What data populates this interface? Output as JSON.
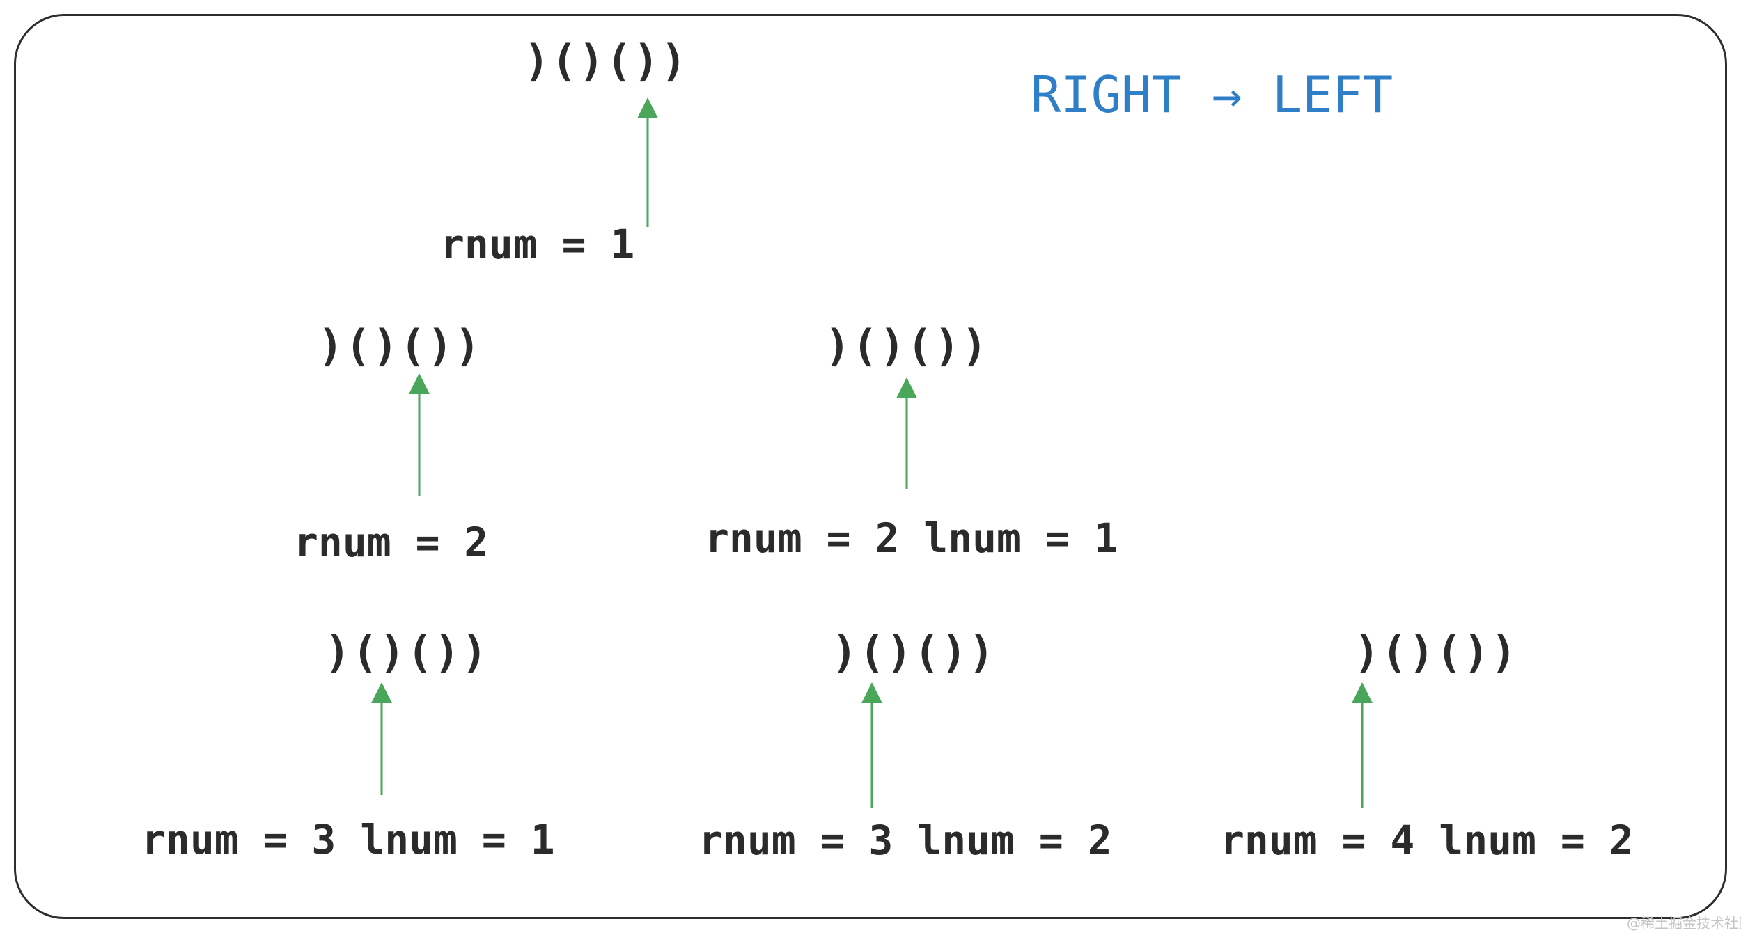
{
  "direction_label": "RIGHT → LEFT",
  "colors": {
    "text": "#2b2b2b",
    "direction": "#2f7fc8",
    "arrow": "#4aa65a",
    "frame": "#2e2e2e"
  },
  "steps": [
    {
      "string": ")()())",
      "label": "rnum = 1"
    },
    {
      "string": ")()())",
      "label": "rnum = 2"
    },
    {
      "string": ")()())",
      "label": "rnum = 2 lnum = 1"
    },
    {
      "string": ")()())",
      "label": "rnum = 3 lnum = 1"
    },
    {
      "string": ")()())",
      "label": "rnum = 3 lnum = 2"
    },
    {
      "string": ")()())",
      "label": "rnum = 4 lnum = 2"
    }
  ],
  "watermark": "@稀土掘金技术社区"
}
